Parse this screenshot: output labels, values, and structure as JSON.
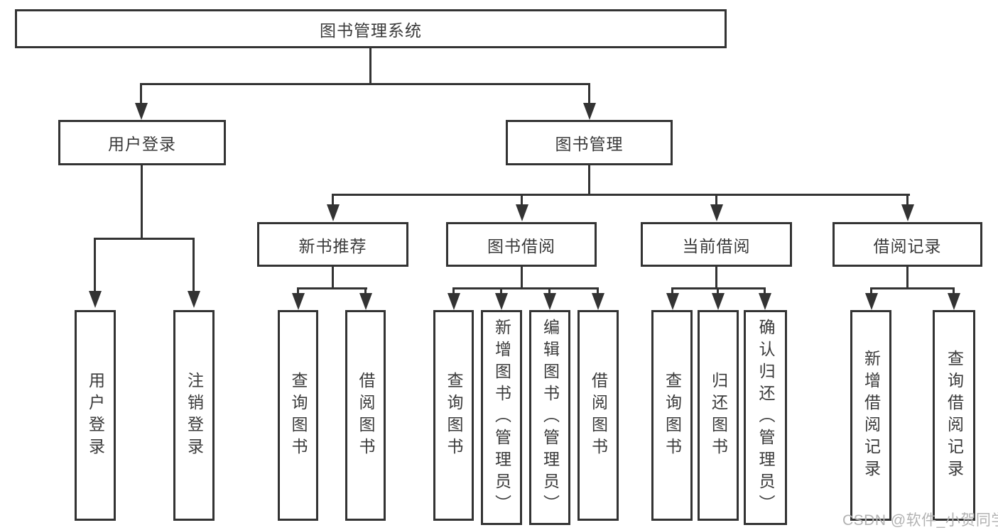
{
  "diagram_title": "图书管理系统",
  "nodes": {
    "root": {
      "label": "图书管理系统"
    },
    "user_login": {
      "label": "用户登录"
    },
    "book_mgmt": {
      "label": "图书管理"
    },
    "new_book_rec": {
      "label": "新书推荐"
    },
    "book_borrow": {
      "label": "图书借阅"
    },
    "current_borrow": {
      "label": "当前借阅"
    },
    "borrow_record": {
      "label": "借阅记录"
    }
  },
  "leaves": {
    "login": {
      "label": "用户登录",
      "parent": "用户登录"
    },
    "logout": {
      "label": "注销登录",
      "parent": "用户登录"
    },
    "rec_query": {
      "label": "查询图书",
      "parent": "新书推荐"
    },
    "rec_borrow": {
      "label": "借阅图书",
      "parent": "新书推荐"
    },
    "bb_query": {
      "label": "查询图书",
      "parent": "图书借阅"
    },
    "bb_add": {
      "label": "新增图书（管理员）",
      "parent": "图书借阅"
    },
    "bb_edit": {
      "label": "编辑图书（管理员）",
      "parent": "图书借阅"
    },
    "bb_borrow": {
      "label": "借阅图书",
      "parent": "图书借阅"
    },
    "cb_query": {
      "label": "查询图书",
      "parent": "当前借阅"
    },
    "cb_return": {
      "label": "归还图书",
      "parent": "当前借阅"
    },
    "cb_confirm": {
      "label": "确认归还（管理员）",
      "parent": "当前借阅"
    },
    "br_add": {
      "label": "新增借阅记录",
      "parent": "借阅记录"
    },
    "br_query": {
      "label": "查询借阅记录",
      "parent": "借阅记录"
    }
  },
  "watermark": "CSDN @软件_小贺同学",
  "colors": {
    "line": "#333333",
    "text": "#3a3a3a",
    "background": "#ffffff",
    "watermark": "#b2b2b2"
  }
}
